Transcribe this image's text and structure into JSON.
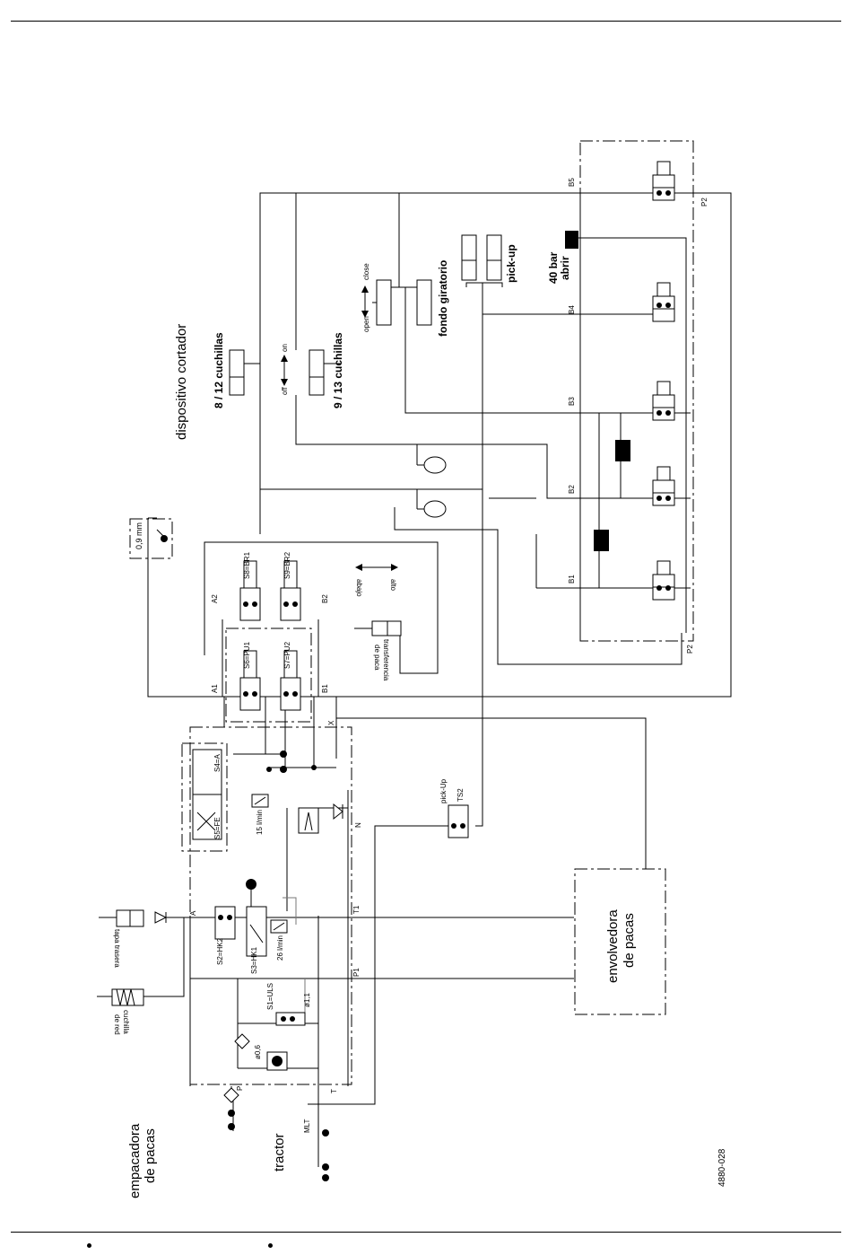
{
  "labels": {
    "cutter_device": "dispositivo cortador",
    "cyl_8_12": "8 / 12 cuchillas",
    "cyl_9_13": "9 / 13 cuchillas",
    "fondo_giratorio": "fondo giratorio",
    "pickup_cyl": "pick-up",
    "bar_40": "40 bar",
    "abrir": "abrir",
    "open": "open",
    "close": "close",
    "on": "on",
    "off": "off",
    "orifice_09": "0,9 mm",
    "s8_br1": "S8=BR1",
    "s6_pu1": "S6=PU1",
    "s9_br2": "S9=BR2",
    "s7_pu2": "S7=PU2",
    "s5_fe": "S5=FE",
    "s4_a": "S4=A",
    "flow_15": "15 l/min",
    "flow_26": "26 l/min",
    "s2_hk2": "S2=HK2",
    "s3_hk1": "S3=HK1",
    "s1_uls": "S1=ULS",
    "phi_11": "ø1,1",
    "phi_06": "ø0,6",
    "pick_up_valve": "pick-Up",
    "ts2": "TS2",
    "alto": "alto",
    "abajo": "abajo",
    "transferencia_1": "transferencia",
    "transferencia_2": "de paca",
    "tapa_trasera": "tapa trasera",
    "cuchilla_1": "cuchilla",
    "cuchilla_2": "de red",
    "envolvedora_1": "envolvedora",
    "envolvedora_2": "de pacas",
    "empacadora_1": "empacadora",
    "empacadora_2": "de pacas",
    "tractor": "tractor",
    "drawing_no": "4880-028",
    "port_b5": "B5",
    "port_b4": "B4",
    "port_b3": "B3",
    "port_b2": "B2",
    "port_b1": "B1",
    "port_p2a": "P2",
    "port_p2b": "P2",
    "port_a2": "A2",
    "port_a1": "A1",
    "port_b2v": "B2",
    "port_b1v": "B1",
    "port_x": "X",
    "port_n": "N",
    "port_t1": "T1",
    "port_p1": "P1",
    "port_a": "A",
    "port_t": "T",
    "port_p": "P",
    "port_mlt": "MLT"
  }
}
